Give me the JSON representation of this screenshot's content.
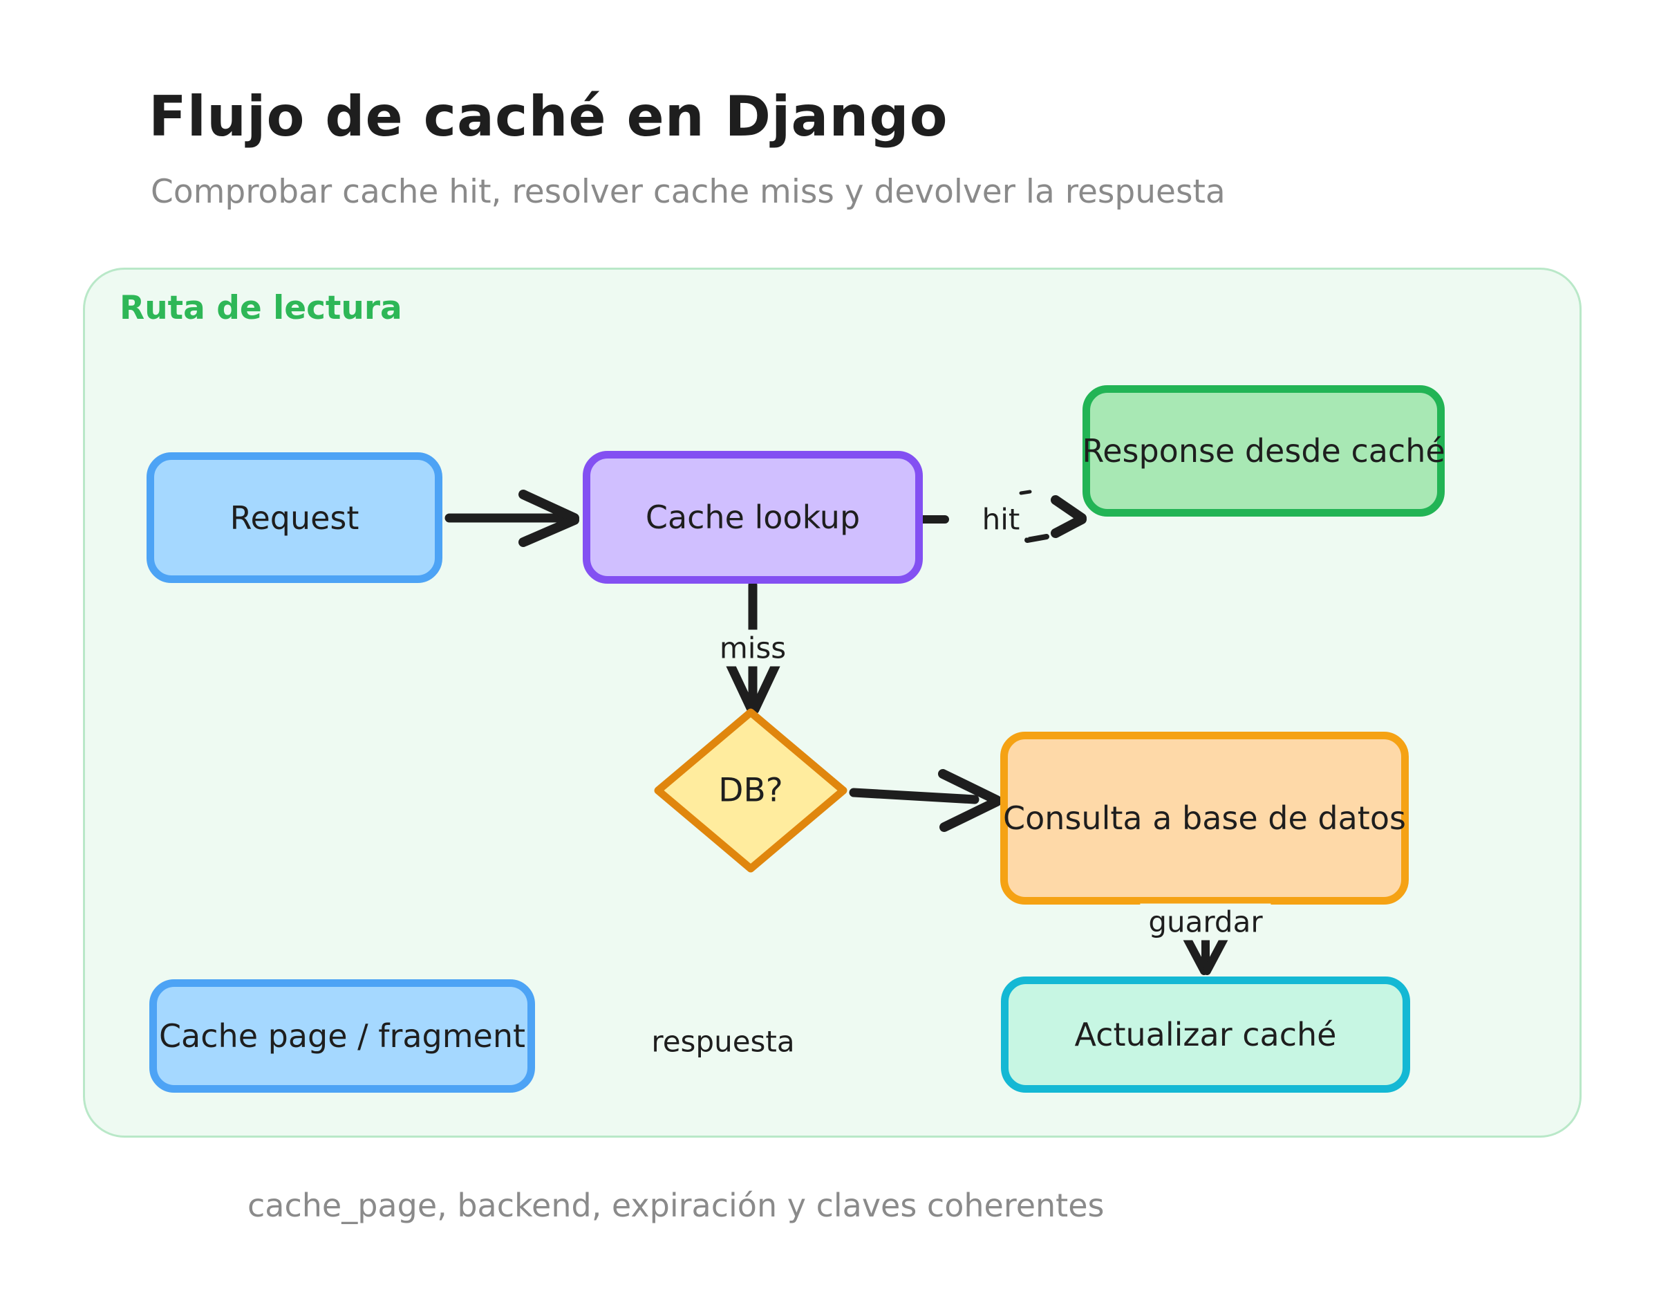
{
  "title": "Flujo de caché en Django",
  "subtitle": "Comprobar cache hit, resolver cache miss y devolver la respuesta",
  "container": {
    "label": "Ruta de lectura"
  },
  "nodes": {
    "request": {
      "label": "Request"
    },
    "cache_lookup": {
      "label": "Cache lookup"
    },
    "response_cache": {
      "label": "Response desde caché"
    },
    "db_decision": {
      "label": "DB?"
    },
    "db_query": {
      "label": "Consulta a base de datos"
    },
    "update_cache": {
      "label": "Actualizar caché"
    },
    "cache_page": {
      "label": "Cache page / fragment"
    }
  },
  "edges": {
    "hit": {
      "label": "hit"
    },
    "miss": {
      "label": "miss"
    },
    "guardar": {
      "label": "guardar"
    },
    "respuesta": {
      "label": "respuesta"
    }
  },
  "caption": "cache_page, backend, expiración y claves coherentes",
  "colors": {
    "canvas_bg": "#ffffff",
    "ink": "#1e1e1e",
    "muted": "#8a8a8a",
    "section_green": "#2eb757",
    "container_fill": "#eefaf2",
    "container_stroke": "#b9e8c8",
    "blue_fill": "#a5d8ff",
    "blue_stroke": "#4da3f5",
    "purple_fill": "#d0bfff",
    "purple_stroke": "#8350f2",
    "green_fill": "#a8e8b4",
    "green_stroke": "#22b455",
    "yellow_fill": "#ffec9e",
    "yellow_stroke": "#e0860d",
    "orange_fill": "#fed9a8",
    "orange_stroke": "#f5a214",
    "teal_fill": "#c7f6e3",
    "teal_stroke": "#14b8d4"
  }
}
